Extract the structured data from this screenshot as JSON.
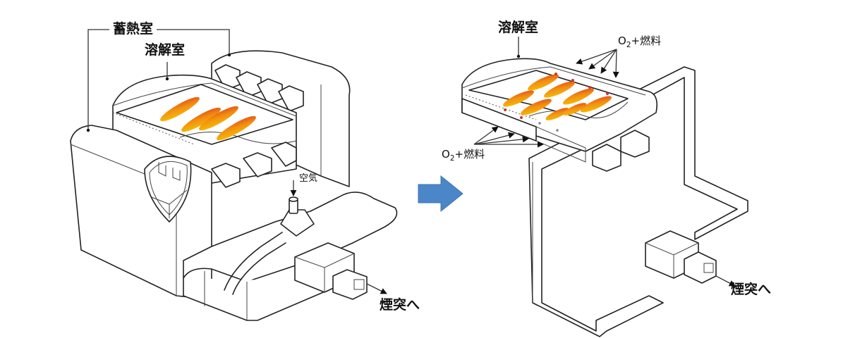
{
  "diagram": {
    "left_panel": {
      "title": "Conventional regenerative furnace",
      "labels": {
        "regenerator": "蓄熱室",
        "melting_chamber": "溶解室",
        "air": "空気",
        "to_chimney": "煙突へ"
      },
      "flame_count": 4
    },
    "transition_arrow": {
      "icon": "right-arrow-icon",
      "color": "#4A86C8"
    },
    "right_panel": {
      "title": "Oxy-fuel furnace",
      "labels": {
        "melting_chamber": "溶解室",
        "oxy_fuel_top": "O₂+燃料",
        "oxy_fuel_left": "O₂+燃料",
        "to_chimney": "煙突へ"
      },
      "oxy_fuel_top": {
        "o": "O",
        "sub": "2",
        "rest": "+燃料"
      },
      "oxy_fuel_left": {
        "o": "O",
        "sub": "2",
        "rest": "+燃料"
      },
      "flame_count": 8
    },
    "colors": {
      "flame_outer": "#F5B800",
      "flame_inner": "#E85A10",
      "line": "#222222",
      "arrow": "#4A86C8"
    }
  }
}
